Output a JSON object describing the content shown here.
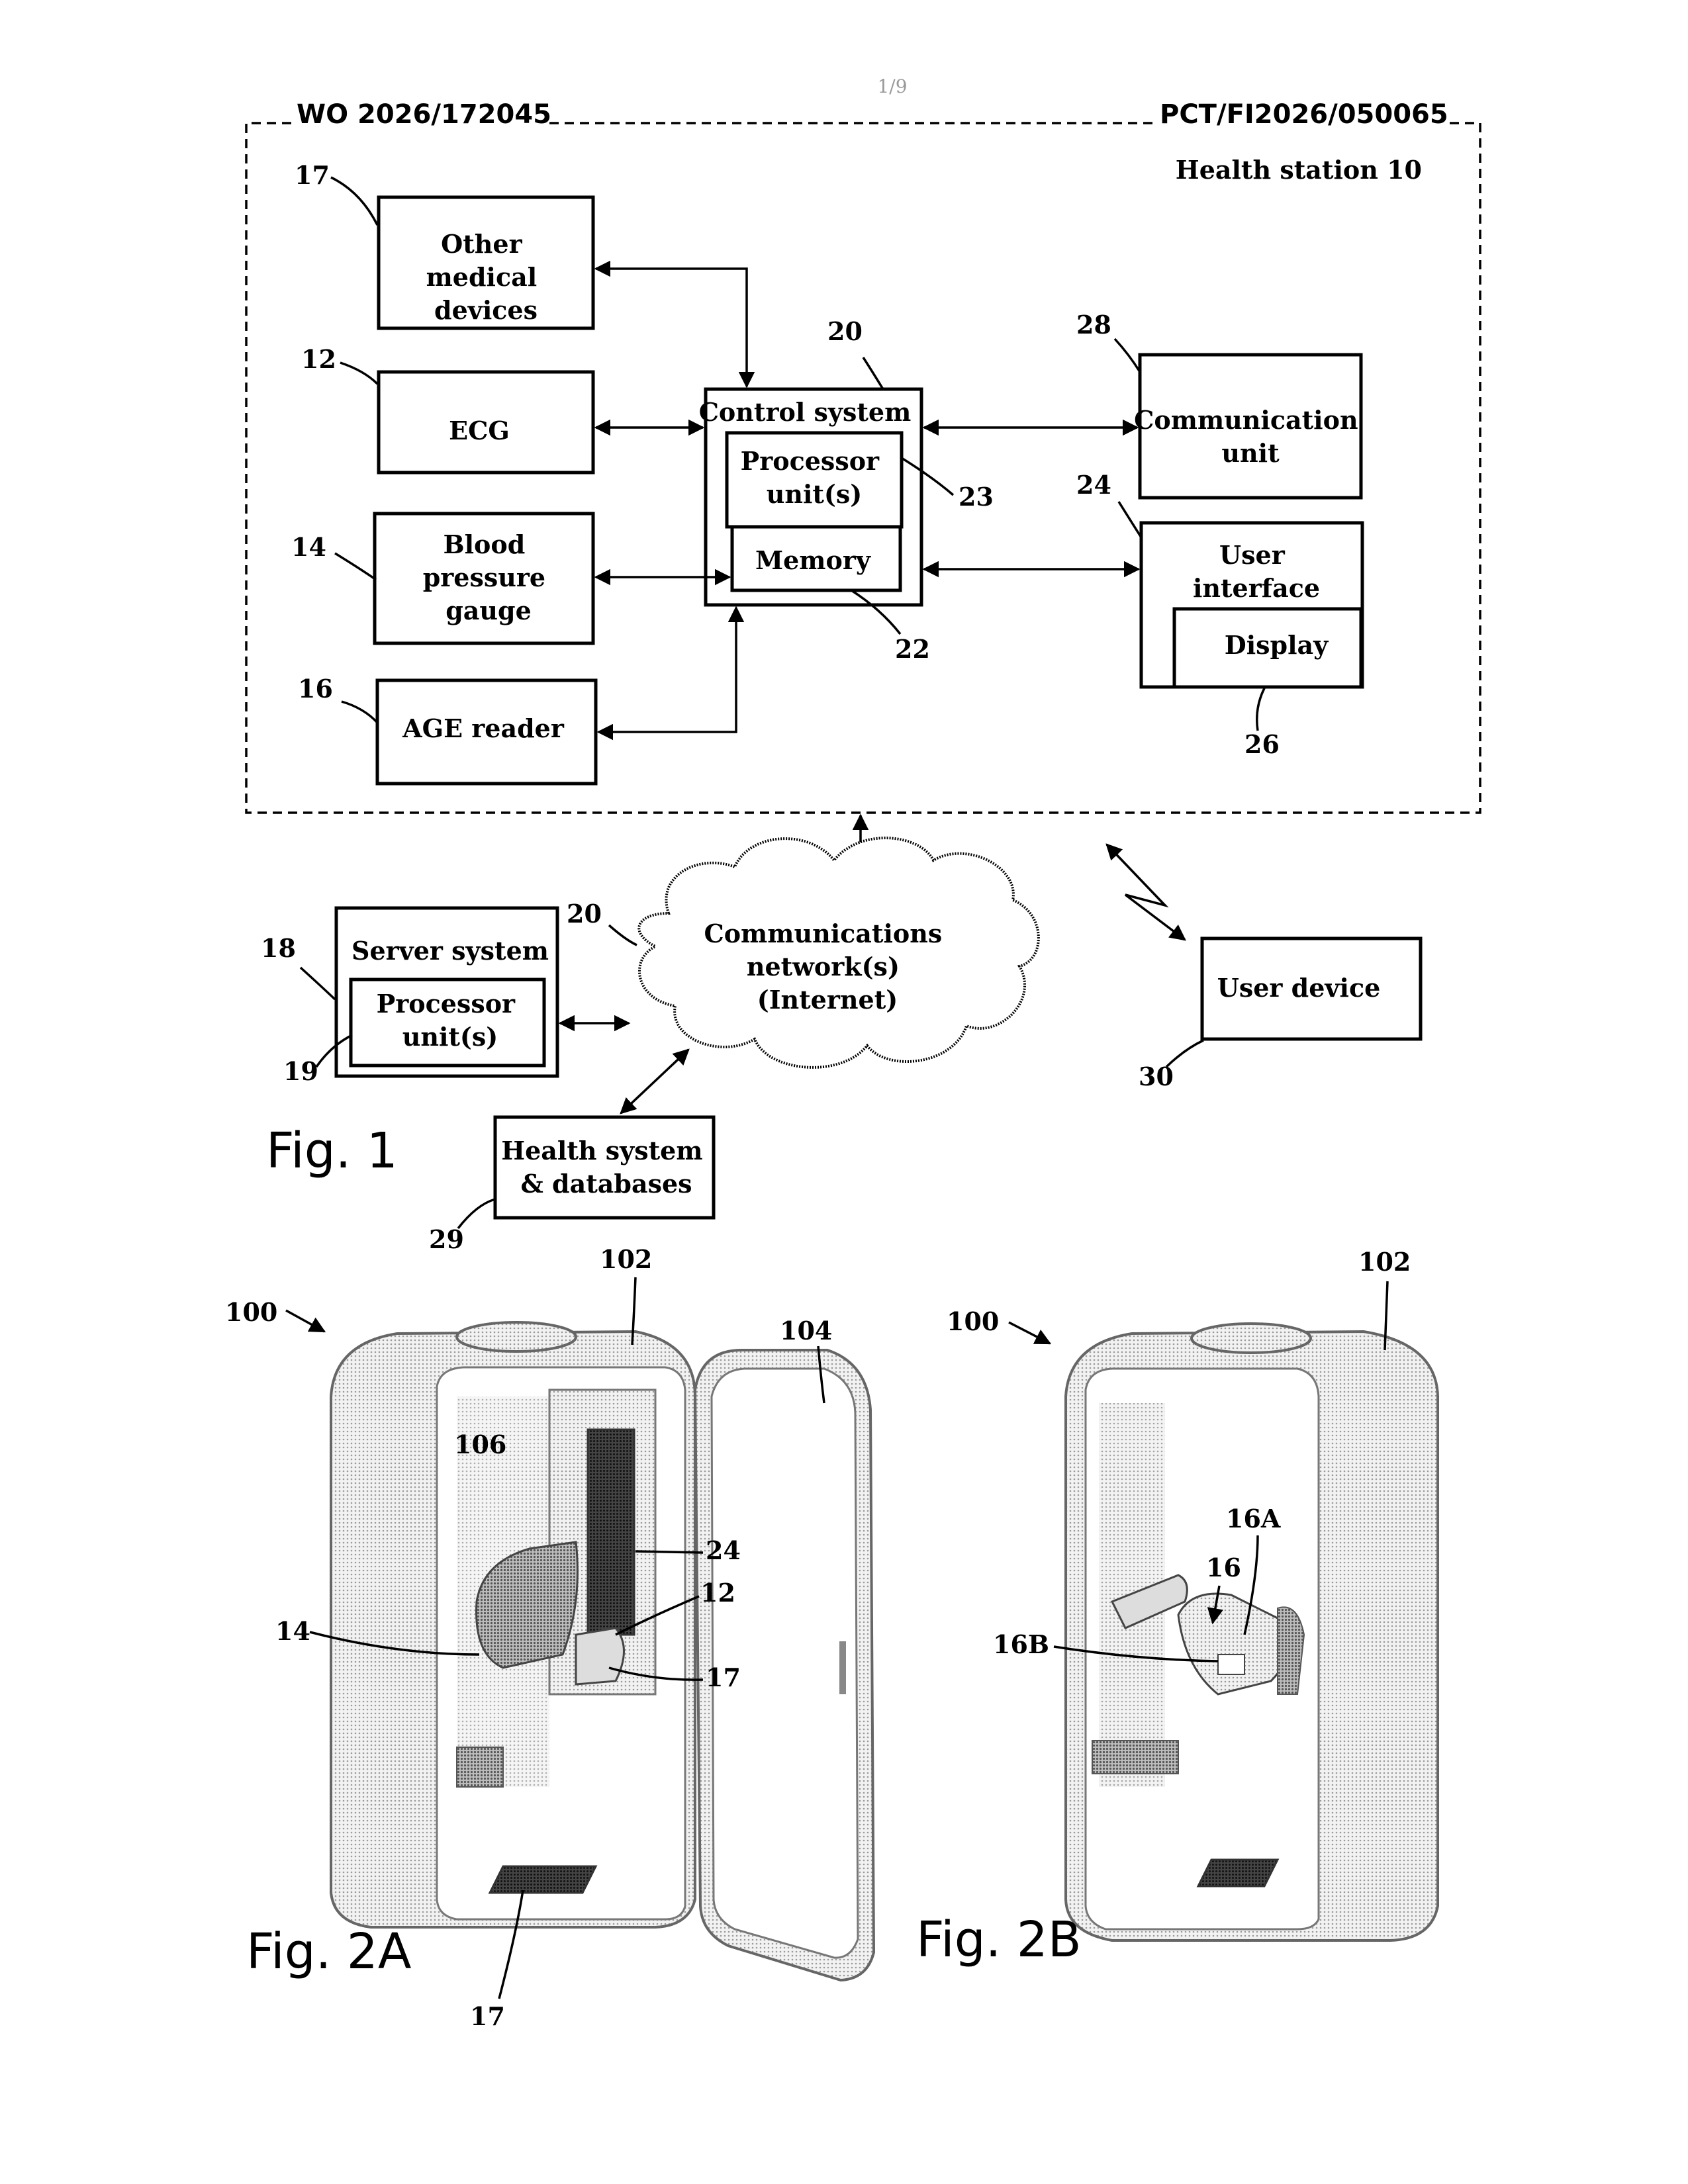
{
  "header": {
    "page_number": "1/9",
    "publication_number": "WO 2026/172045",
    "application_number": "PCT/FI2026/050065"
  },
  "fig1": {
    "caption": "Fig. 1",
    "health_station_label": "Health station 10",
    "boxes": {
      "other_medical": [
        "Other",
        "medical",
        "devices"
      ],
      "ecg": [
        "ECG"
      ],
      "blood_pressure": [
        "Blood",
        "pressure",
        "gauge"
      ],
      "age_reader": [
        "AGE reader"
      ],
      "control_system": [
        "Control system"
      ],
      "processor": [
        "Processor",
        "unit(s)"
      ],
      "memory": [
        "Memory"
      ],
      "communication_unit": [
        "Communication",
        "unit"
      ],
      "user_interface": [
        "User",
        "interface"
      ],
      "display": [
        "Display"
      ],
      "server_system": [
        "Server system"
      ],
      "server_processor": [
        "Processor",
        "unit(s)"
      ],
      "network": [
        "Communications",
        "network(s)",
        "(Internet)"
      ],
      "user_device": [
        "User device"
      ],
      "health_system": [
        "Health system",
        "& databases"
      ]
    },
    "refs": {
      "other_medical": "17",
      "ecg": "12",
      "blood_pressure": "14",
      "age_reader": "16",
      "control_system": "20",
      "processor": "23",
      "memory": "22",
      "communication_unit": "28",
      "user_interface": "24",
      "display": "26",
      "server_system": "18",
      "server_processor": "19",
      "network": "20",
      "user_device": "30",
      "health_system": "29"
    }
  },
  "fig2a": {
    "caption": "Fig. 2A",
    "refs": {
      "station": "100",
      "cabinet": "102",
      "door": "104",
      "interior": "106",
      "user_interface": "24",
      "ecg": "12",
      "blood_pressure": "14",
      "other_devices": "17",
      "floor_device": "17"
    }
  },
  "fig2b": {
    "caption": "Fig. 2B",
    "refs": {
      "station": "100",
      "cabinet": "102",
      "age_reader_a": "16A",
      "age_reader": "16",
      "age_reader_b": "16B"
    }
  }
}
